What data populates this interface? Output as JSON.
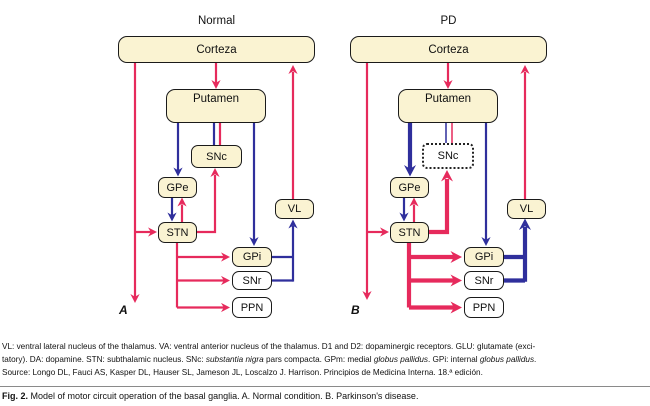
{
  "colors": {
    "excitatory": "#e62a5c",
    "inhibitory": "#2f2f9c",
    "node_fill": "#faf3d2",
    "node_fill_alt": "#ffffff",
    "outline": "#1a1a1a",
    "text": "#111111"
  },
  "panels": {
    "normal": {
      "title": "Normal",
      "label": "A",
      "nodes": {
        "corteza": "Corteza",
        "putamen": "Putamen",
        "snc": "SNc",
        "gpe": "GPe",
        "stn": "STN",
        "vl": "VL",
        "gpi": "GPi",
        "snr": "SNr",
        "ppn": "PPN"
      }
    },
    "pd": {
      "title": "PD",
      "label": "B",
      "nodes": {
        "corteza": "Corteza",
        "putamen": "Putamen",
        "snc": "SNc",
        "gpe": "GPe",
        "stn": "STN",
        "vl": "VL",
        "gpi": "GPi",
        "snr": "SNr",
        "ppn": "PPN"
      }
    }
  },
  "footnote": {
    "line1": "VL: ventral lateral nucleus of the thalamus. VA: ventral anterior nucleus of the thalamus. D1 and D2: dopaminergic receptors. GLU: glutamate (exci-",
    "line2_pre": "tatory). DA: dopamine. STN: subthalamic nucleus. SNc: ",
    "line2_italic1": "substantia nigra",
    "line2_mid1": " pars compacta. GPm: medial ",
    "line2_italic2": "globus pallidus",
    "line2_mid2": ". GPi: internal ",
    "line2_italic3": "globus pallidus",
    "line2_end": ".",
    "line3": "Source: Longo DL, Fauci AS, Kasper DL, Hauser SL, Jameson JL, Loscalzo J. Harrison. Principios de Medicina Interna. 18.ª edición."
  },
  "figure_caption": {
    "label": "Fig. 2.",
    "text": " Model of motor circuit operation of the basal ganglia. A. Normal condition. B. Parkinson's disease."
  }
}
